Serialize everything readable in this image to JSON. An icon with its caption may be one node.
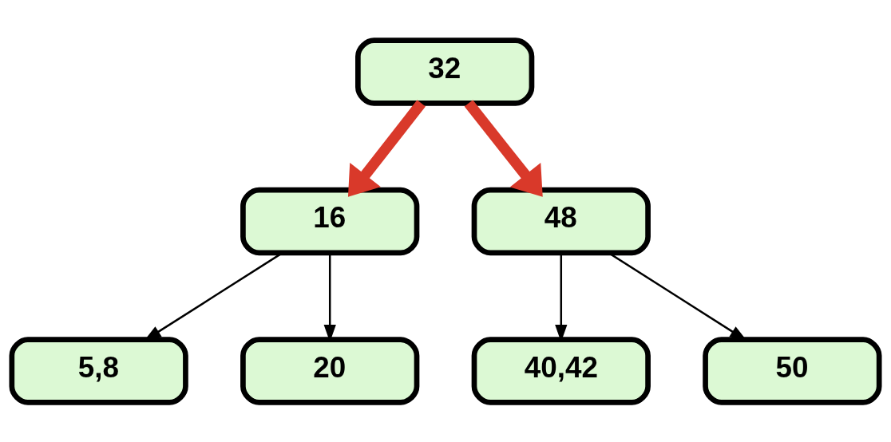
{
  "diagram": {
    "nodes": [
      {
        "text": [
          "32"
        ]
      },
      {
        "text": [
          "16"
        ]
      },
      {
        "text": [
          "48"
        ]
      },
      {
        "text": [
          "5,8"
        ]
      },
      {
        "text": [
          "20"
        ]
      },
      {
        "text": [
          "40,42"
        ]
      },
      {
        "text": [
          "50"
        ]
      }
    ],
    "edges": [
      {
        "from": 0,
        "to": 1,
        "arrow": "to",
        "style": "thick",
        "color": "#d9392a"
      },
      {
        "from": 0,
        "to": 2,
        "arrow": "to",
        "style": "thick",
        "color": "#d9392a"
      },
      {
        "from": 1,
        "to": 3,
        "arrow": "to"
      },
      {
        "from": 1,
        "to": 4,
        "arrow": "to"
      },
      {
        "from": 2,
        "to": 5,
        "arrow": "to"
      },
      {
        "from": 2,
        "to": 6,
        "arrow": "to"
      }
    ]
  }
}
